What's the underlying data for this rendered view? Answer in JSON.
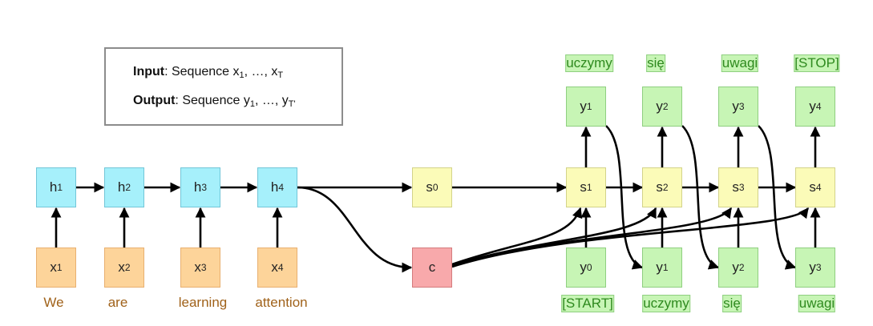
{
  "info": {
    "input_label": "Input",
    "input_text": ": Sequence x",
    "input_sub1": "1",
    "input_mid": ", …, x",
    "input_sub2": "T",
    "output_label": "Output",
    "output_text": ": Sequence y",
    "output_sub1": "1",
    "output_mid": ", …, y",
    "output_sub2": "T'"
  },
  "encoder": {
    "hidden": [
      {
        "base": "h",
        "sub": "1"
      },
      {
        "base": "h",
        "sub": "2"
      },
      {
        "base": "h",
        "sub": "3"
      },
      {
        "base": "h",
        "sub": "4"
      }
    ],
    "inputs": [
      {
        "base": "x",
        "sub": "1"
      },
      {
        "base": "x",
        "sub": "2"
      },
      {
        "base": "x",
        "sub": "3"
      },
      {
        "base": "x",
        "sub": "4"
      }
    ],
    "words": [
      "We",
      "are",
      "learning",
      "attention"
    ]
  },
  "bridge": {
    "s0": {
      "base": "s",
      "sub": "0"
    },
    "context": "c"
  },
  "decoder": {
    "states": [
      {
        "base": "s",
        "sub": "1"
      },
      {
        "base": "s",
        "sub": "2"
      },
      {
        "base": "s",
        "sub": "3"
      },
      {
        "base": "s",
        "sub": "4"
      }
    ],
    "outputs": [
      {
        "base": "y",
        "sub": "1"
      },
      {
        "base": "y",
        "sub": "2"
      },
      {
        "base": "y",
        "sub": "3"
      },
      {
        "base": "y",
        "sub": "4"
      }
    ],
    "output_words": [
      "uczymy",
      "się",
      "uwagi",
      "[STOP]"
    ],
    "inputs": [
      {
        "base": "y",
        "sub": "0"
      },
      {
        "base": "y",
        "sub": "1"
      },
      {
        "base": "y",
        "sub": "2"
      },
      {
        "base": "y",
        "sub": "3"
      }
    ],
    "input_words": [
      "[START]",
      "uczymy",
      "się",
      "uwagi"
    ]
  },
  "colors": {
    "encoder_hidden": "#a6f0fb",
    "encoder_input": "#fdd49a",
    "decoder_state": "#fbfbb8",
    "decoder_io": "#c7f5b5",
    "context": "#f8a9ab",
    "source_word": "#a0621a",
    "target_word": "#2f8a1f"
  }
}
